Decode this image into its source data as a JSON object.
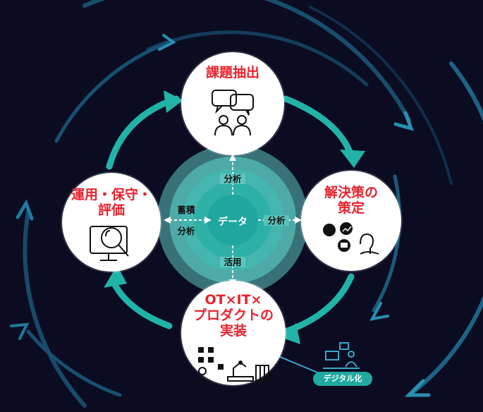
{
  "center": {
    "label": "データ"
  },
  "flows": {
    "top": "分析",
    "right": "分析",
    "bottom": "活用",
    "left_top": "蓄積",
    "left_bottom": "分析"
  },
  "nodes": {
    "top": {
      "title": "課題抽出"
    },
    "right": {
      "title_line1": "解決策の",
      "title_line2": "策定"
    },
    "bottom": {
      "title_line1": "OT×IT×",
      "title_line2": "プロダクトの",
      "title_line3": "実装"
    },
    "left": {
      "title_line1": "運用・保守・",
      "title_line2": "評価"
    }
  },
  "badge": {
    "label": "デジタル化"
  },
  "colors": {
    "background": "#0b0c22",
    "teal": "#22b3a8",
    "title_red": "#e8232d",
    "node_fill": "#ffffff"
  },
  "icons": [
    "speech-bubbles-icon",
    "people-icon",
    "gear-icon",
    "chart-icon",
    "book-icon",
    "person-thinking-icon",
    "monitor-analysis-icon",
    "flowchart-icon",
    "robot-arm-icon",
    "factory-icon",
    "digital-worker-icon"
  ]
}
